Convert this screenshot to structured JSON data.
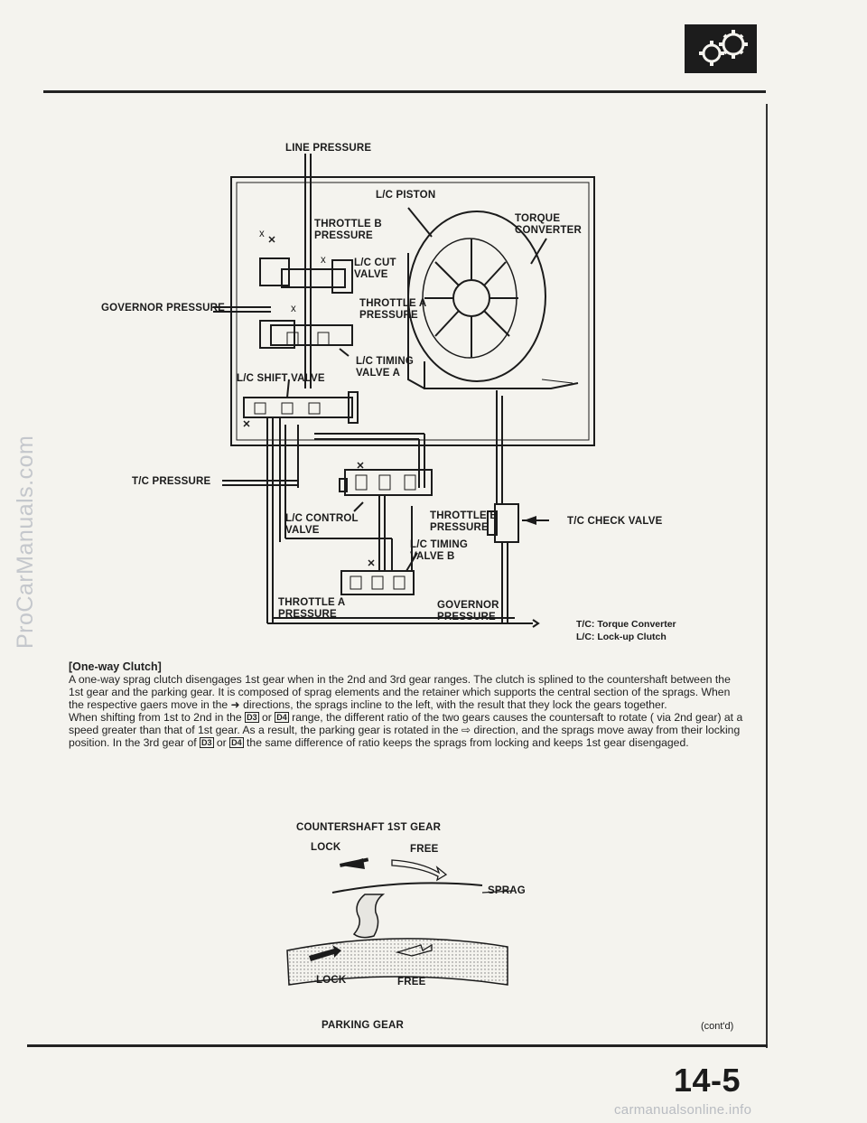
{
  "watermarks": {
    "side": "ProCarManuals.com",
    "bottom": "carmanualsonline.info"
  },
  "diagram": {
    "line_pressure": "LINE PRESSURE",
    "lc_piston": "L/C PISTON",
    "throttle_b_pressure": [
      "THROTTLE B",
      "PRESSURE"
    ],
    "torque_converter": [
      "TORQUE",
      "CONVERTER"
    ],
    "lc_cut_valve": [
      "L/C CUT",
      "VALVE"
    ],
    "governor_pressure": "GOVERNOR PRESSURE",
    "throttle_a_pressure": [
      "THROTTLE A",
      "PRESSURE"
    ],
    "lc_timing_valve_a": [
      "L/C TIMING",
      "VALVE A"
    ],
    "lc_shift_valve": "L/C SHIFT VALVE",
    "tc_pressure": "T/C PRESSURE",
    "lc_control_valve": [
      "L/C CONTROL",
      "VALVE"
    ],
    "throttle_b_pressure_2": [
      "THROTTLE B",
      "PRESSURE"
    ],
    "tc_check_valve": "T/C CHECK VALVE",
    "lc_timing_valve_b": [
      "L/C TIMING",
      "VALVE B"
    ],
    "throttle_a_pressure_2": [
      "THROTTLE A",
      "PRESSURE"
    ],
    "governor_pressure_2": [
      "GOVERNOR",
      "PRESSURE"
    ],
    "x_mark": "x"
  },
  "legend": {
    "tc": "T/C: Torque Converter",
    "lc": "L/C: Lock-up Clutch"
  },
  "text": {
    "heading": "[One-way Clutch]",
    "p1": "A one-way sprag clutch disengages 1st gear when in the 2nd and 3rd gear ranges. The clutch is splined to the countershaft between the 1st gear and the parking gear. It is composed of sprag elements and the retainer which supports the central section of the sprags. When the respective gaers move in the ➜ directions, the sprags incline to the left, with the result that they lock the gears together.",
    "p2a": "When shifting from 1st to 2nd in the ",
    "p2b": " or ",
    "p2c": " range, the different ratio of the two gears causes the countersaft to rotate ( via 2nd gear) at a speed greater than that of 1st gear. As a result, the parking gear is rotated in the ⇨ direction, and the sprags move away from their locking position. In the 3rd gear of ",
    "p2d": " or ",
    "p2e": " the same difference of ratio keeps the sprags from locking and keeps 1st gear disengaged.",
    "d3": "D3",
    "d4": "D4"
  },
  "sprag_diagram": {
    "countershaft_1st_gear": "COUNTERSHAFT 1ST GEAR",
    "lock_top": "LOCK",
    "free_top": "FREE",
    "sprag": "SPRAG",
    "lock_bottom": "LOCK",
    "free_bottom": "FREE",
    "parking_gear": "PARKING GEAR"
  },
  "footer": {
    "cont": "(cont'd)",
    "page": "14-5"
  }
}
